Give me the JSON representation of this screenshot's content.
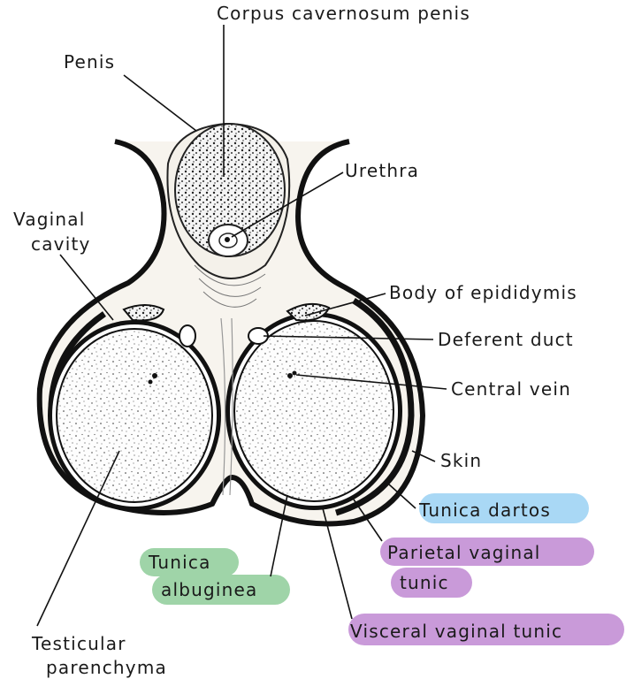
{
  "labels": {
    "corpus_cavernosum": "Corpus cavernosum penis",
    "penis": "Penis",
    "urethra": "Urethra",
    "vaginal_cavity_1": "Vaginal",
    "vaginal_cavity_2": "cavity",
    "body_epididymis": "Body of epididymis",
    "deferent_duct": "Deferent duct",
    "central_vein": "Central vein",
    "skin": "Skin",
    "tunica_dartos": "Tunica dartos",
    "tunica_albuginea_1": "Tunica",
    "tunica_albuginea_2": "albuginea",
    "parietal_vaginal_1": "Parietal vaginal",
    "parietal_vaginal_2": "tunic",
    "visceral_vaginal": "Visceral vaginal tunic",
    "testicular_1": "Testicular",
    "testicular_2": "parenchyma"
  },
  "colors": {
    "highlight_blue": "#a9d8f5",
    "highlight_green": "#9fd4a8",
    "highlight_purple": "#c99ad9"
  }
}
